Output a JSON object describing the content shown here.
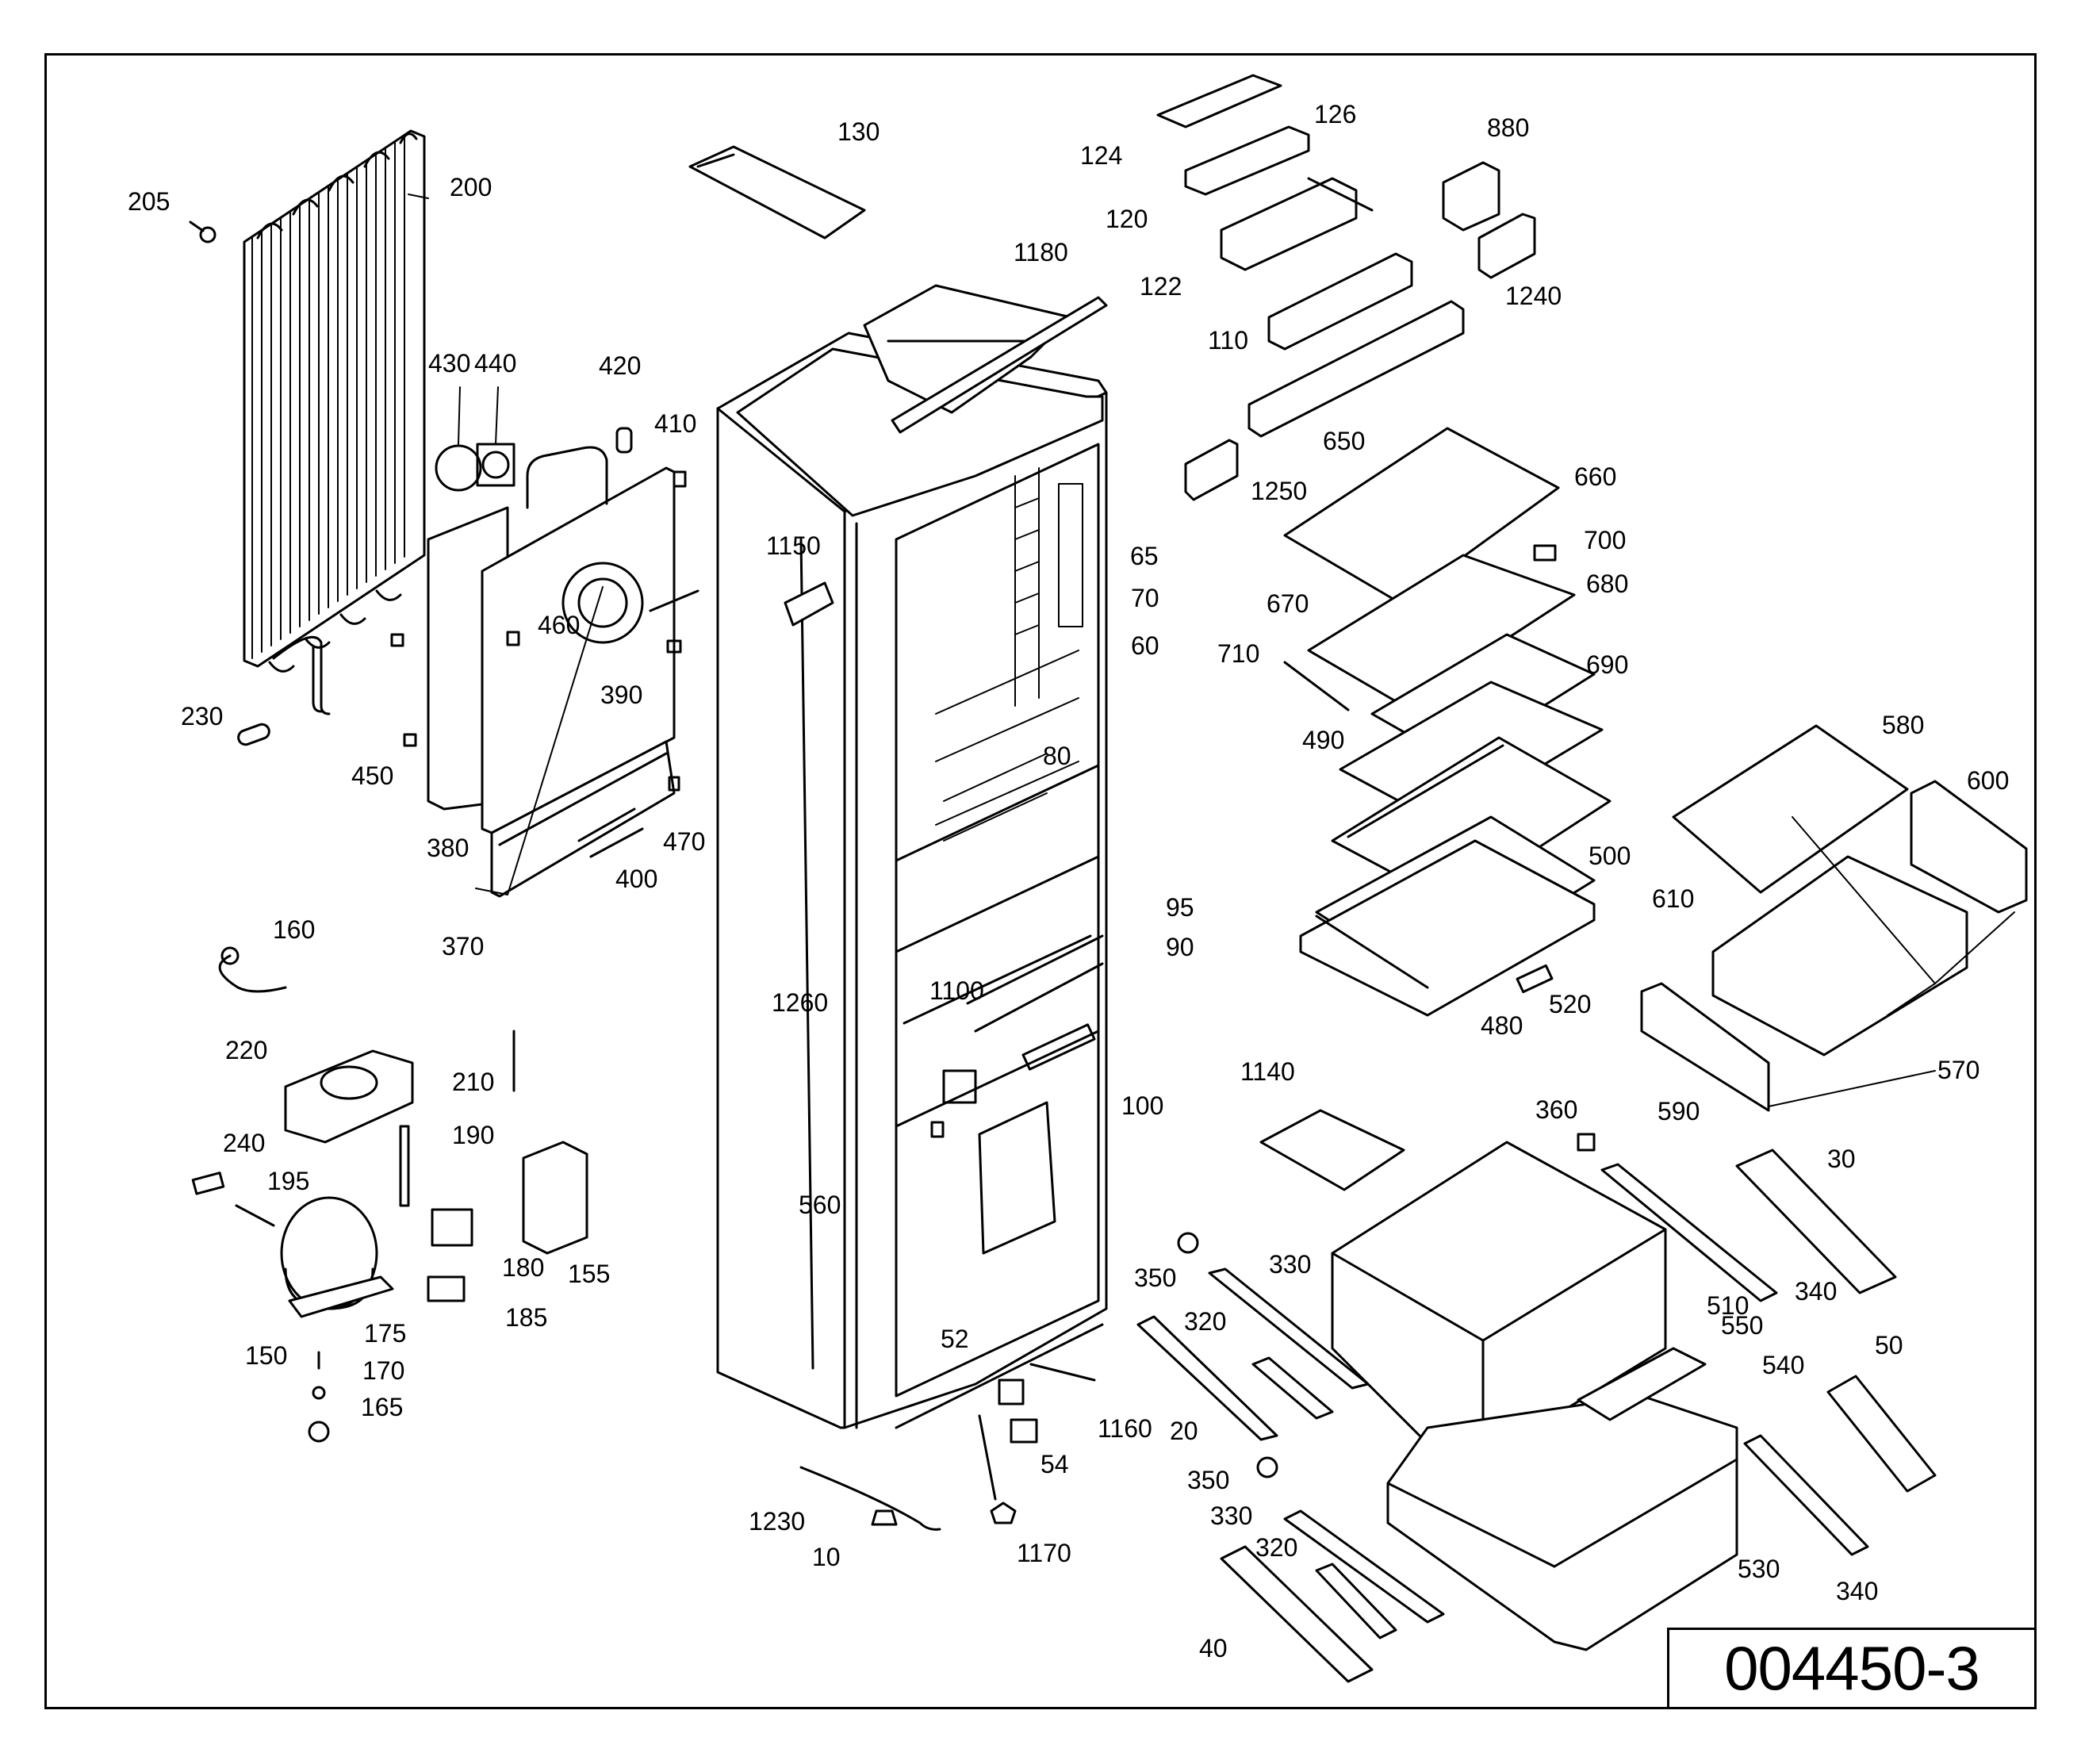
{
  "drawing_number": "004450-3",
  "parts": [
    {
      "id": "p205",
      "label": "205"
    },
    {
      "id": "p200",
      "label": "200"
    },
    {
      "id": "p230",
      "label": "230"
    },
    {
      "id": "p430",
      "label": "430"
    },
    {
      "id": "p440",
      "label": "440"
    },
    {
      "id": "p420",
      "label": "420"
    },
    {
      "id": "p410",
      "label": "410"
    },
    {
      "id": "p460",
      "label": "460"
    },
    {
      "id": "p390",
      "label": "390"
    },
    {
      "id": "p450",
      "label": "450"
    },
    {
      "id": "p380",
      "label": "380"
    },
    {
      "id": "p470",
      "label": "470"
    },
    {
      "id": "p400",
      "label": "400"
    },
    {
      "id": "p370",
      "label": "370"
    },
    {
      "id": "p160",
      "label": "160"
    },
    {
      "id": "p220",
      "label": "220"
    },
    {
      "id": "p210",
      "label": "210"
    },
    {
      "id": "p190",
      "label": "190"
    },
    {
      "id": "p240",
      "label": "240"
    },
    {
      "id": "p195",
      "label": "195"
    },
    {
      "id": "p180",
      "label": "180"
    },
    {
      "id": "p155",
      "label": "155"
    },
    {
      "id": "p185",
      "label": "185"
    },
    {
      "id": "p150",
      "label": "150"
    },
    {
      "id": "p175",
      "label": "175"
    },
    {
      "id": "p170",
      "label": "170"
    },
    {
      "id": "p165",
      "label": "165"
    },
    {
      "id": "p130",
      "label": "130"
    },
    {
      "id": "p1180",
      "label": "1180"
    },
    {
      "id": "p1150",
      "label": "1150"
    },
    {
      "id": "p65",
      "label": "65"
    },
    {
      "id": "p70",
      "label": "70"
    },
    {
      "id": "p60",
      "label": "60"
    },
    {
      "id": "p80",
      "label": "80"
    },
    {
      "id": "p95",
      "label": "95"
    },
    {
      "id": "p90",
      "label": "90"
    },
    {
      "id": "p1100",
      "label": "1100"
    },
    {
      "id": "p1260",
      "label": "1260"
    },
    {
      "id": "p100",
      "label": "100"
    },
    {
      "id": "p560",
      "label": "560"
    },
    {
      "id": "p52",
      "label": "52"
    },
    {
      "id": "p1160",
      "label": "1160"
    },
    {
      "id": "p54",
      "label": "54"
    },
    {
      "id": "p1230",
      "label": "1230"
    },
    {
      "id": "p10",
      "label": "10"
    },
    {
      "id": "p1170",
      "label": "1170"
    },
    {
      "id": "p124",
      "label": "124"
    },
    {
      "id": "p126",
      "label": "126"
    },
    {
      "id": "p880",
      "label": "880"
    },
    {
      "id": "p120",
      "label": "120"
    },
    {
      "id": "p122",
      "label": "122"
    },
    {
      "id": "p1240",
      "label": "1240"
    },
    {
      "id": "p110",
      "label": "110"
    },
    {
      "id": "p1250",
      "label": "1250"
    },
    {
      "id": "p650",
      "label": "650"
    },
    {
      "id": "p660",
      "label": "660"
    },
    {
      "id": "p700",
      "label": "700"
    },
    {
      "id": "p670",
      "label": "670"
    },
    {
      "id": "p680",
      "label": "680"
    },
    {
      "id": "p710",
      "label": "710"
    },
    {
      "id": "p690",
      "label": "690"
    },
    {
      "id": "p490",
      "label": "490"
    },
    {
      "id": "p580",
      "label": "580"
    },
    {
      "id": "p600",
      "label": "600"
    },
    {
      "id": "p500",
      "label": "500"
    },
    {
      "id": "p610",
      "label": "610"
    },
    {
      "id": "p520",
      "label": "520"
    },
    {
      "id": "p480",
      "label": "480"
    },
    {
      "id": "p570",
      "label": "570"
    },
    {
      "id": "p590",
      "label": "590"
    },
    {
      "id": "p1140",
      "label": "1140"
    },
    {
      "id": "p360",
      "label": "360"
    },
    {
      "id": "p30",
      "label": "30"
    },
    {
      "id": "p350a",
      "label": "350"
    },
    {
      "id": "p330a",
      "label": "330"
    },
    {
      "id": "p510",
      "label": "510"
    },
    {
      "id": "p340a",
      "label": "340"
    },
    {
      "id": "p320a",
      "label": "320"
    },
    {
      "id": "p550",
      "label": "550"
    },
    {
      "id": "p540",
      "label": "540"
    },
    {
      "id": "p20",
      "label": "20"
    },
    {
      "id": "p50",
      "label": "50"
    },
    {
      "id": "p350b",
      "label": "350"
    },
    {
      "id": "p330b",
      "label": "330"
    },
    {
      "id": "p320b",
      "label": "320"
    },
    {
      "id": "p530",
      "label": "530"
    },
    {
      "id": "p340b",
      "label": "340"
    },
    {
      "id": "p40",
      "label": "40"
    }
  ]
}
